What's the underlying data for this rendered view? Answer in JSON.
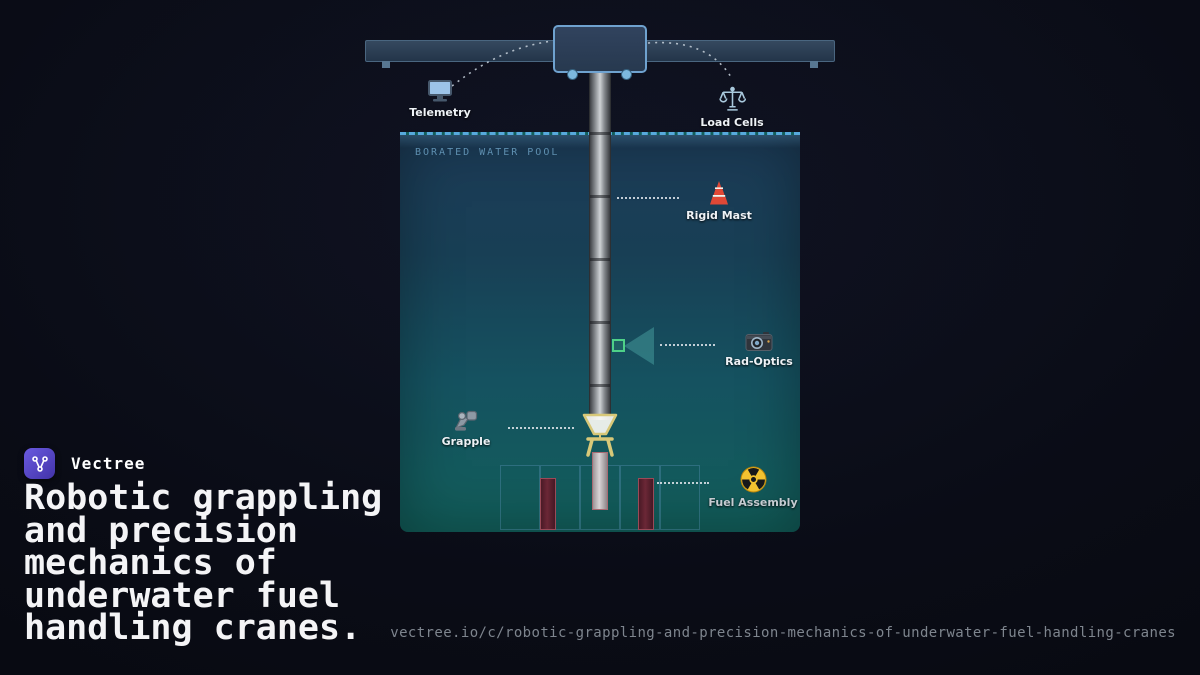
{
  "brand": {
    "name": "Vectree",
    "logo_icon": "vectree-logo"
  },
  "headline": {
    "text": "Robotic grappling and precision mechanics of underwater fuel handling cranes."
  },
  "footer": {
    "url": "vectree.io/c/robotic-grappling-and-precision-mechanics-of-underwater-fuel-handling-cranes"
  },
  "diagram": {
    "pool_label": "BORATED WATER POOL",
    "annotations": {
      "telemetry": {
        "label": "Telemetry",
        "icon": "monitor-icon"
      },
      "load_cells": {
        "label": "Load Cells",
        "icon": "balance-scale-icon"
      },
      "rigid_mast": {
        "label": "Rigid Mast",
        "icon": "tower-icon"
      },
      "rad_optics": {
        "label": "Rad-Optics",
        "icon": "camera-icon"
      },
      "grapple": {
        "label": "Grapple",
        "icon": "robot-arm-icon"
      },
      "fuel_assembly": {
        "label": "Fuel Assembly",
        "icon": "radiation-icon"
      }
    },
    "colors": {
      "background": "#0a0c16",
      "water_top": "#1c3b57",
      "water_bottom": "#125f5b",
      "surface_dash": "#57a9dc",
      "beam": "#2a3c52",
      "trolley_border": "#6fa2cf",
      "grapple_yellow": "#d8c878",
      "fuel_rod": "#5c2230",
      "cone_green": "#4ed188",
      "accent_purple": "#5b4fd0"
    }
  }
}
